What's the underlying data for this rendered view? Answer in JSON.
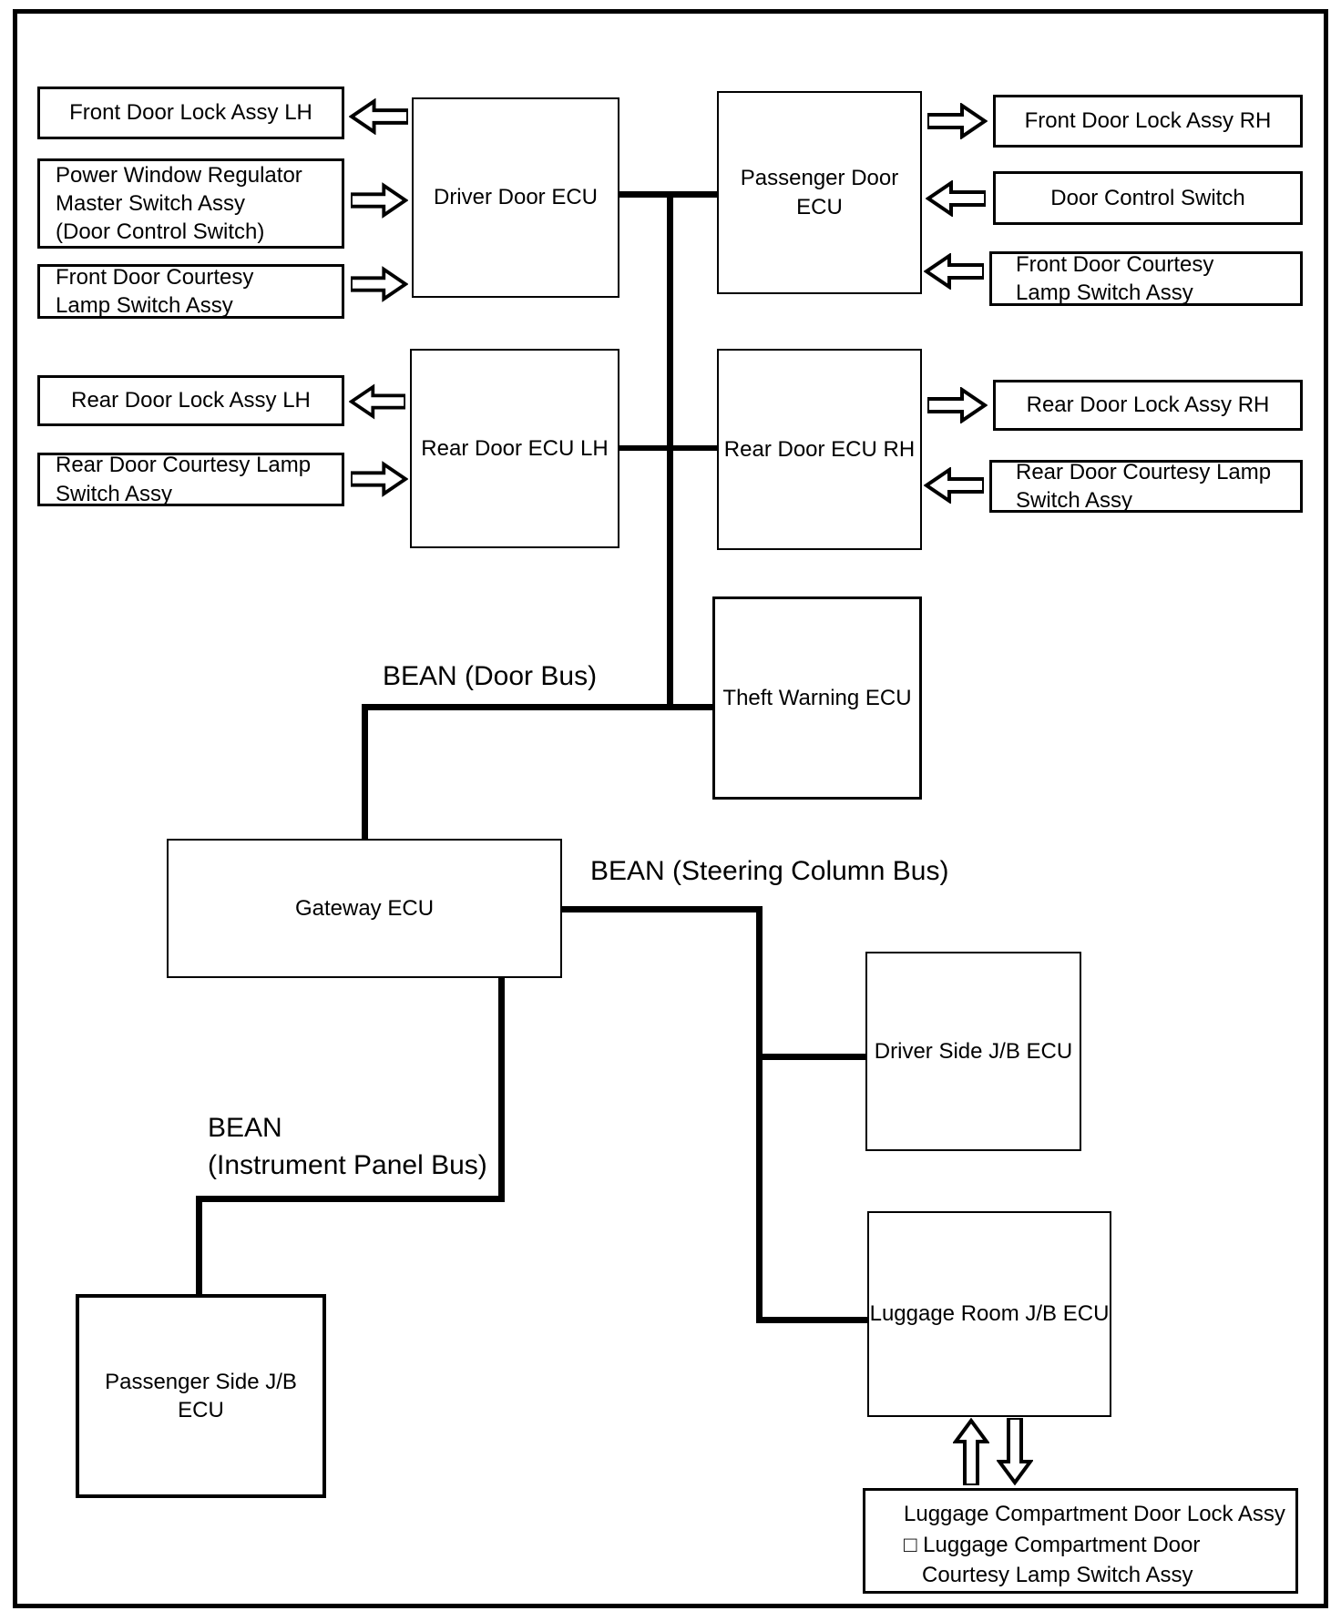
{
  "diagram_title": "BEAN body network block diagram",
  "colors": {
    "line": "#000000",
    "background": "#ffffff"
  },
  "boxes": {
    "front_door_lock_lh": "Front Door Lock Assy LH",
    "power_window_regulator": "Power Window Regulator\nMaster Switch Assy\n(Door Control Switch)",
    "front_door_courtesy_lh": "Front Door Courtesy\nLamp Switch Assy",
    "driver_door_ecu": "Driver Door ECU",
    "passenger_door_ecu": "Passenger Door ECU",
    "front_door_lock_rh": "Front Door Lock Assy RH",
    "door_control_switch": "Door Control Switch",
    "front_door_courtesy_rh": "Front Door Courtesy\nLamp Switch Assy",
    "rear_door_lock_lh": "Rear Door Lock Assy LH",
    "rear_door_courtesy_lh": "Rear Door Courtesy Lamp\nSwitch Assy",
    "rear_door_ecu_lh": "Rear Door ECU LH",
    "rear_door_ecu_rh": "Rear Door ECU RH",
    "rear_door_lock_rh": "Rear Door Lock Assy RH",
    "rear_door_courtesy_rh": "Rear Door Courtesy Lamp\nSwitch Assy",
    "theft_warning_ecu": "Theft Warning ECU",
    "gateway_ecu": "Gateway ECU",
    "driver_side_jb_ecu": "Driver Side J/B ECU",
    "luggage_room_jb_ecu": "Luggage Room J/B ECU",
    "passenger_side_jb_ecu": "Passenger Side J/B ECU",
    "luggage_compartment": "Luggage Compartment Door Lock Assy\n□ Luggage Compartment Door\n   Courtesy Lamp Switch Assy"
  },
  "bus_labels": {
    "door_bus": "BEAN (Door Bus)",
    "steering_column_bus": "BEAN (Steering Column Bus)",
    "instrument_panel_bus": "BEAN\n(Instrument Panel Bus)"
  }
}
